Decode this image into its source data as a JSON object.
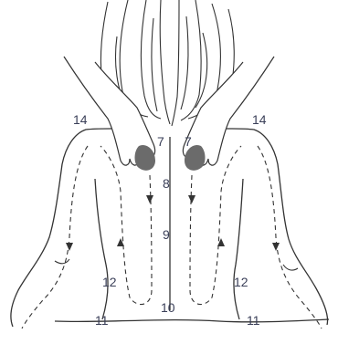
{
  "labels": {
    "l14": "14",
    "r14": "14",
    "l7": "7",
    "r7": "7",
    "n8": "8",
    "n9": "9",
    "n10": "10",
    "l12": "12",
    "r12": "12",
    "l11": "11",
    "r11": "11"
  },
  "colors": {
    "line": "#333333",
    "stone": "#6b6b6b",
    "label": "#3a3f58"
  }
}
